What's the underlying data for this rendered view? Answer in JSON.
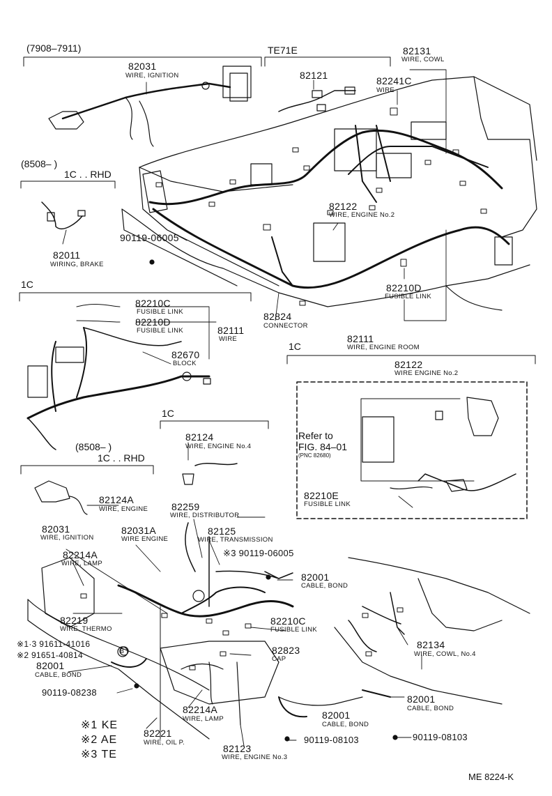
{
  "sections": {
    "s_7908": "(7908–7911)",
    "s_te71e": "TE71E",
    "s_8508_a": "(8508–        )",
    "s_1c_rhd_a": "1C . . RHD",
    "s_1c_a": "1C",
    "s_1c_b": "1C",
    "s_1c_c": "1C",
    "s_8508_b": "(8508–        )",
    "s_1c_rhd_b": "1C . . RHD"
  },
  "parts": [
    {
      "pn": "82031",
      "desc": "WIRE, IGNITION"
    },
    {
      "pn": "82121",
      "desc": ""
    },
    {
      "pn": "82131",
      "desc": "WIRE, COWL"
    },
    {
      "pn": "82241C",
      "desc": "WIRE"
    },
    {
      "pn": "82011",
      "desc": "WIRING, BRAKE"
    },
    {
      "pn": "90119-06005",
      "desc": ""
    },
    {
      "pn": "82122",
      "desc": "WIRE, ENGINE No.2"
    },
    {
      "pn": "82210D",
      "desc": "FUSIBLE LINK"
    },
    {
      "pn": "82824",
      "desc": "CONNECTOR"
    },
    {
      "pn": "82111",
      "desc": "WIRE, ENGINE ROOM"
    },
    {
      "pn": "82210C",
      "desc": "FUSIBLE LINK"
    },
    {
      "pn": "82210D",
      "desc": "FUSIBLE LINK"
    },
    {
      "pn": "82111",
      "desc": "WIRE"
    },
    {
      "pn": "82670",
      "desc": "BLOCK"
    },
    {
      "pn": "82122",
      "desc": "WIRE ENGINE No.2"
    },
    {
      "pn": "82124",
      "desc": "WIRE, ENGINE No.4"
    },
    {
      "pn": "82124A",
      "desc": "WIRE, ENGINE"
    },
    {
      "pn": "82210E",
      "desc": "FUSIBLE LINK"
    },
    {
      "pn": "82259",
      "desc": "WIRE, DISTRIBUTOR"
    },
    {
      "pn": "82031",
      "desc": "WIRE, IGNITION"
    },
    {
      "pn": "82031A",
      "desc": "WIRE ENGINE"
    },
    {
      "pn": "82125",
      "desc": "WIRE, TRANSMISSION"
    },
    {
      "pn": "※3  90119-06005",
      "desc": ""
    },
    {
      "pn": "82214A",
      "desc": "WIRE, LAMP"
    },
    {
      "pn": "82001",
      "desc": "CABLE, BOND"
    },
    {
      "pn": "82219",
      "desc": "WIRE, THERMO"
    },
    {
      "pn": "82210C",
      "desc": "FUSIBLE LINK"
    },
    {
      "pn": "82134",
      "desc": "WIRE, COWL, No.4"
    },
    {
      "pn": "82823",
      "desc": "CAP"
    },
    {
      "pn": "※1·3  91611-41016",
      "desc": ""
    },
    {
      "pn": "※2    91651-40814",
      "desc": ""
    },
    {
      "pn": "82001",
      "desc": "CABLE, BOND"
    },
    {
      "pn": "90119-08238",
      "desc": ""
    },
    {
      "pn": "82214A",
      "desc": "WIRE, LAMP"
    },
    {
      "pn": "82221",
      "desc": "WIRE, OIL P."
    },
    {
      "pn": "82123",
      "desc": "WIRE, ENGINE No.3"
    },
    {
      "pn": "82001",
      "desc": "CABLE, BOND"
    },
    {
      "pn": "82001",
      "desc": "CABLE, BOND"
    },
    {
      "pn": "90119-08103",
      "desc": ""
    },
    {
      "pn": "90119-08103",
      "desc": ""
    }
  ],
  "reference": {
    "line1": "Refer to",
    "line2": "FIG. 84–01",
    "line3": "(PNC 82680)"
  },
  "circle_b": "B",
  "legend": [
    "※1 KE",
    "※2 AE",
    "※3 TE"
  ],
  "diagram_id": "ME 8224-K"
}
